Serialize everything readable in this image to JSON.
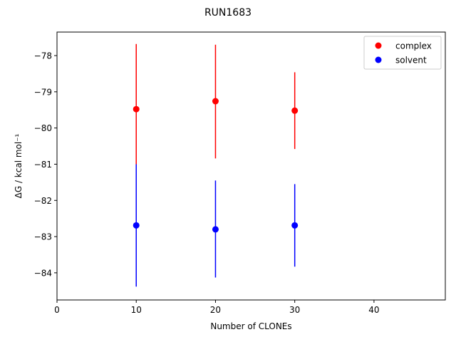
{
  "chart_data": {
    "type": "scatter",
    "title": "RUN1683",
    "xlabel": "Number of CLONEs",
    "ylabel": "ΔG / kcal mol⁻¹",
    "xlim": [
      0,
      49
    ],
    "ylim": [
      -84.75,
      -77.35
    ],
    "xticks": [
      0,
      10,
      20,
      30,
      40
    ],
    "yticks": [
      -84,
      -83,
      -82,
      -81,
      -80,
      -79,
      -78
    ],
    "grid": false,
    "legend_position": "top-right",
    "series": [
      {
        "name": "complex",
        "color": "#ff0000",
        "points": [
          {
            "x": 10,
            "y": -79.48,
            "yerr_low": -81.0,
            "yerr_high": -77.68
          },
          {
            "x": 20,
            "y": -79.26,
            "yerr_low": -80.84,
            "yerr_high": -77.7
          },
          {
            "x": 30,
            "y": -79.52,
            "yerr_low": -80.58,
            "yerr_high": -78.46
          }
        ]
      },
      {
        "name": "solvent",
        "color": "#0000ff",
        "points": [
          {
            "x": 10,
            "y": -82.69,
            "yerr_low": -84.38,
            "yerr_high": -81.0
          },
          {
            "x": 20,
            "y": -82.8,
            "yerr_low": -84.13,
            "yerr_high": -81.45
          },
          {
            "x": 30,
            "y": -82.69,
            "yerr_low": -83.83,
            "yerr_high": -81.55
          }
        ]
      }
    ]
  }
}
